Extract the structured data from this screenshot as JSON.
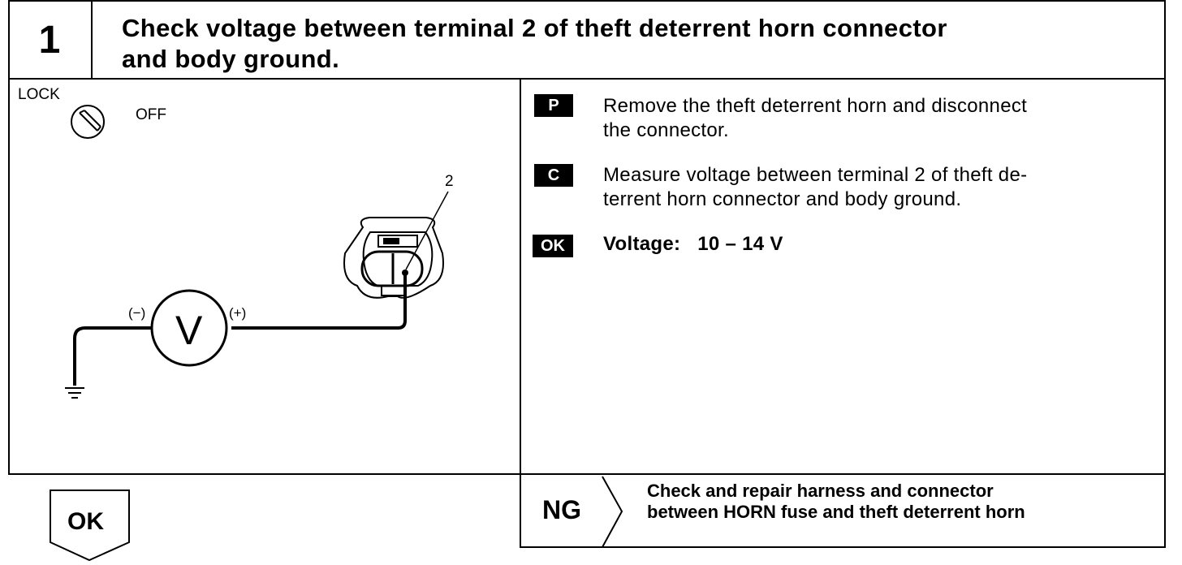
{
  "header": {
    "step_number": "1",
    "title_line1": "Check voltage between terminal 2 of theft deterrent horn connector",
    "title_line2": "and body ground."
  },
  "diagram": {
    "lock_label": "LOCK",
    "off_label": "OFF",
    "terminal_label": "2",
    "meter_symbol": "V",
    "minus_label": "(−)",
    "plus_label": "(+)"
  },
  "steps": [
    {
      "badge": "P",
      "lines": [
        "Remove the theft deterrent horn and disconnect",
        "the connector."
      ]
    },
    {
      "badge": "C",
      "lines": [
        "Measure voltage between terminal 2 of theft de-",
        "terrent horn connector and body ground."
      ]
    },
    {
      "badge": "OK",
      "lines": [
        "Voltage:   10 – 14 V"
      ]
    }
  ],
  "ng": {
    "label": "NG",
    "line1": "Check and repair harness and connector",
    "line2": "between HORN fuse and theft deterrent horn"
  },
  "ok_arrow": {
    "label": "OK"
  }
}
